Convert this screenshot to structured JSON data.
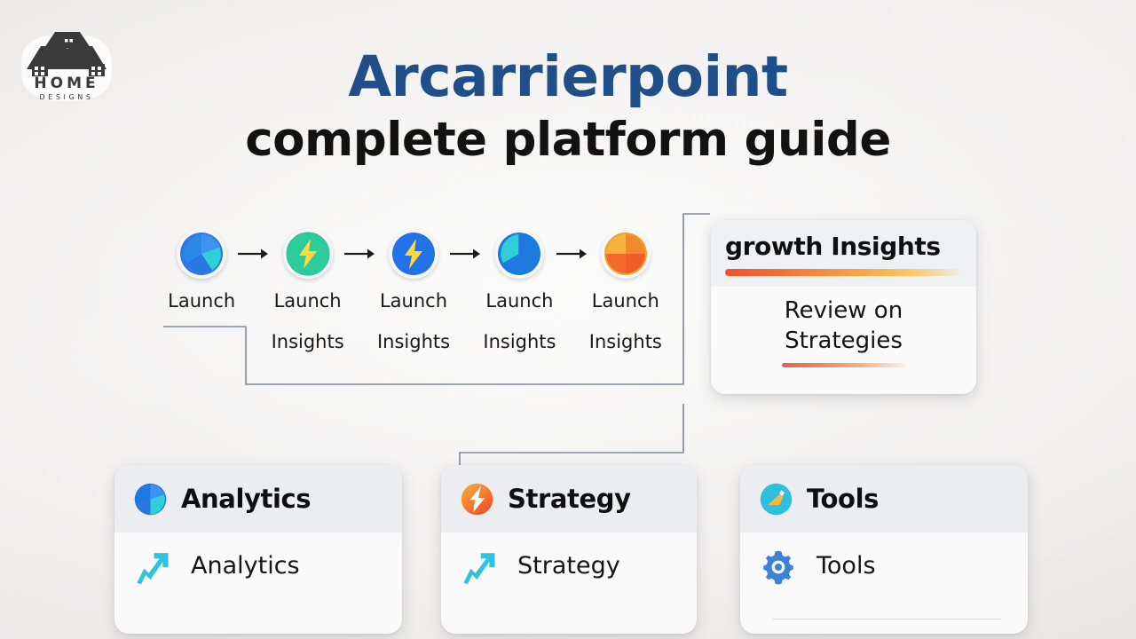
{
  "logo": {
    "name": "home-designs-logo",
    "primary_text": "HOME",
    "secondary_text": "DESIGNS"
  },
  "header": {
    "brand_title": "Arcarrierpoint",
    "subtitle": "complete platform guide",
    "brand_color": "#1f4e89",
    "subtitle_color": "#121212"
  },
  "pipeline": {
    "steps": [
      {
        "icon": "pie-chart-icon",
        "launch_label": "Launch",
        "insight_label": "",
        "icon_color": "#1a73e8"
      },
      {
        "icon": "lightning-bolt-icon",
        "launch_label": "Launch",
        "insight_label": "Insights",
        "icon_color": "#2ecc9b"
      },
      {
        "icon": "lightning-bolt-icon",
        "launch_label": "Launch",
        "insight_label": "Insights",
        "icon_color": "#2472e8"
      },
      {
        "icon": "pie-chart-icon",
        "launch_label": "Launch",
        "insight_label": "Insights",
        "icon_color": "#1f7ae0"
      },
      {
        "icon": "pie-chart-icon",
        "launch_label": "Launch",
        "insight_label": "Insights",
        "icon_color": "#f0892f"
      }
    ],
    "arrow_icon": "arrow-right-icon",
    "arrow_count": 4
  },
  "growth_card": {
    "title": "growth Insights",
    "subtitle": "Review on\nStrategies",
    "subtitle_line1": "Review on",
    "subtitle_line2": "Strategies",
    "accent_start": "#ef4f2e",
    "accent_end": "#fbc96b"
  },
  "bottom_cards": [
    {
      "title": "Analytics",
      "head_icon": "pie-chart-icon",
      "body_text": "Analytics",
      "body_icon": "trend-up-arrow-icon",
      "has_rule": false
    },
    {
      "title": "Strategy",
      "head_icon": "lightning-bolt-icon",
      "body_text": "Strategy",
      "body_icon": "trend-up-arrow-icon",
      "has_rule": false
    },
    {
      "title": "Tools",
      "head_icon": "gauge-icon",
      "body_text": "Tools",
      "body_icon": "gear-icon",
      "has_rule": true
    }
  ]
}
